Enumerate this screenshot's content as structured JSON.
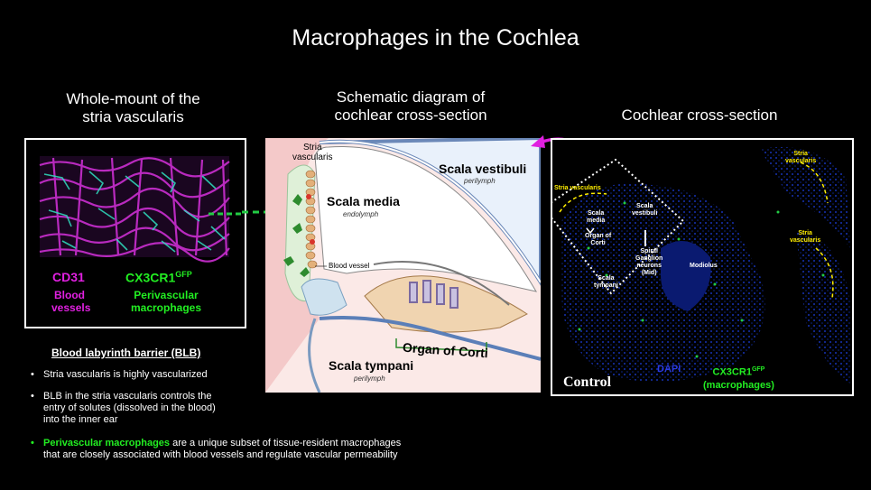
{
  "title": "Macrophages in the Cochlea",
  "left_panel": {
    "heading_line1": "Whole-mount of the",
    "heading_line2": "stria vascularis",
    "cd31": "CD31",
    "cx3cr1": "CX3CR1",
    "gfp_sup": "GFP",
    "blood_line1": "Blood",
    "blood_line2": "vessels",
    "peri_line1": "Perivascular",
    "peri_line2": "macrophages",
    "colors": {
      "magenta": "#e020e0",
      "green": "#22ee22"
    }
  },
  "mid_panel": {
    "heading_line1": "Schematic diagram of",
    "heading_line2": "cochlear cross-section",
    "stria_line1": "Stria",
    "stria_line2": "vascularis",
    "scala_vestibuli": "Scala vestibuli",
    "perilymph_top": "perilymph",
    "scala_media": "Scala media",
    "endolymph": "endolymph",
    "blood_vessel": "Blood vessel",
    "organ_of_corti": "Organ of Corti",
    "scala_tympani": "Scala tympani",
    "perilymph_bottom": "perilymph"
  },
  "right_panel": {
    "heading": "Cochlear cross-section",
    "stria_vascularis_left": "Stria vascularis",
    "stria_top_right_1": "Stria",
    "stria_top_right_2": "vascularis",
    "stria_mid_right_1": "Stria",
    "stria_mid_right_2": "vascularis",
    "scala_media_1": "Scala",
    "scala_media_2": "media",
    "scala_vestibuli_1": "Scala",
    "scala_vestibuli_2": "vestibuli",
    "organ_1": "Organ of",
    "organ_2": "Corti",
    "scala_tympani_1": "Scala",
    "scala_tympani_2": "tympani",
    "spiral_1": "Spiral",
    "spiral_2": "Ganglion",
    "spiral_3": "neurons",
    "spiral_4": "(Mid)",
    "modiolus": "Modiolus",
    "control": "Control",
    "dapi": "DAPI",
    "cx3cr1": "CX3CR1",
    "gfp_sup": "GFP",
    "macrophages": "(macrophages)"
  },
  "blb": {
    "title": "Blood labyrinth barrier (BLB)",
    "bullet1": "Stria vascularis is highly vascularized",
    "bullet2_line1": "BLB in the stria vascularis controls the",
    "bullet2_line2": "entry of solutes (dissolved in the blood)",
    "bullet2_line3": "into the inner ear",
    "bullet3_green": "Perivascular macrophages",
    "bullet3_rest": " are a unique subset of  tissue-resident macrophages",
    "bullet3_line2": "that are closely associated with blood vessels and regulate vascular permeability"
  }
}
